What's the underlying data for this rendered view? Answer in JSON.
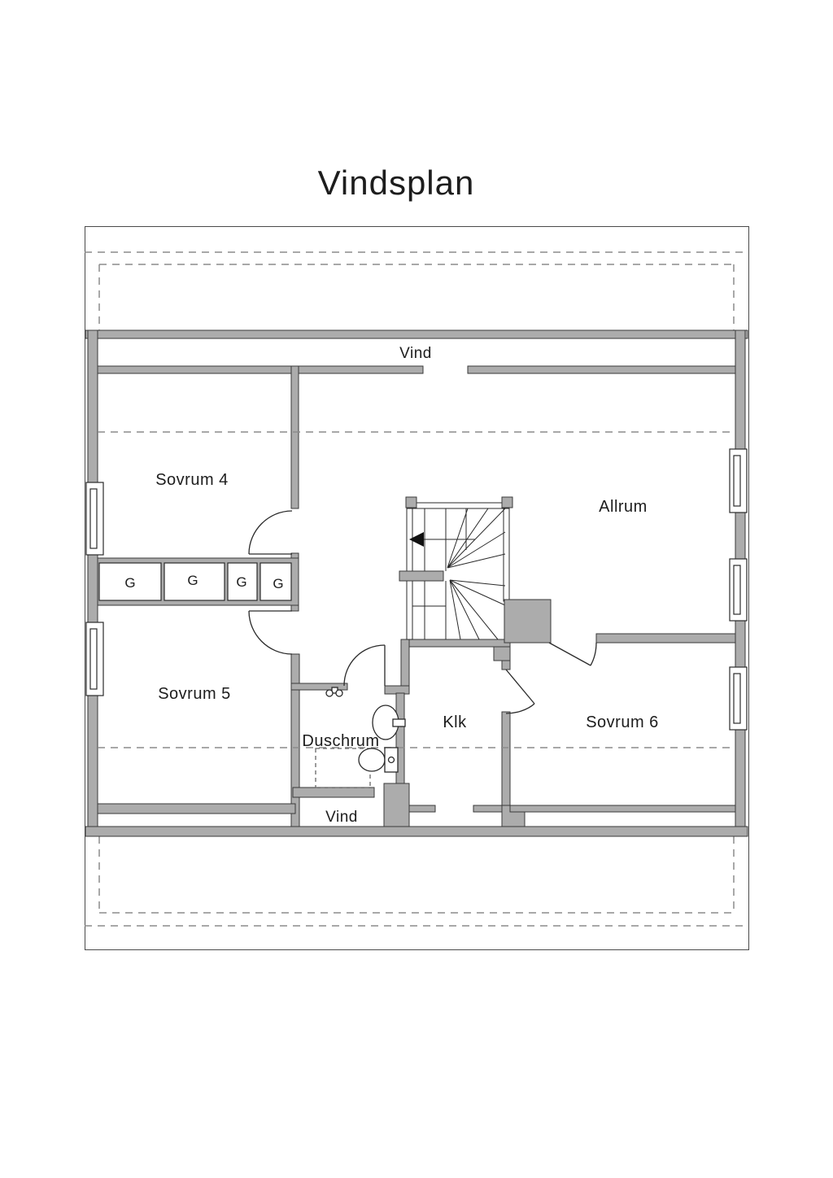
{
  "title": "Vindsplan",
  "plan": {
    "areas": {
      "vind_top": "Vind",
      "vind_bottom": "Vind",
      "sovrum4": "Sovrum 4",
      "sovrum5": "Sovrum 5",
      "allrum": "Allrum",
      "duschrum": "Duschrum",
      "klk": "Klk",
      "sovrum6": "Sovrum 6"
    },
    "closets": {
      "c1": "G",
      "c2": "G",
      "c3": "G",
      "c4": "G"
    },
    "colors": {
      "background": "#ffffff",
      "wall_fill": "#acacac",
      "wall_outline": "#3a3a3a",
      "dashed_guide": "#8c8c8c",
      "text": "#1d1d1d"
    }
  }
}
